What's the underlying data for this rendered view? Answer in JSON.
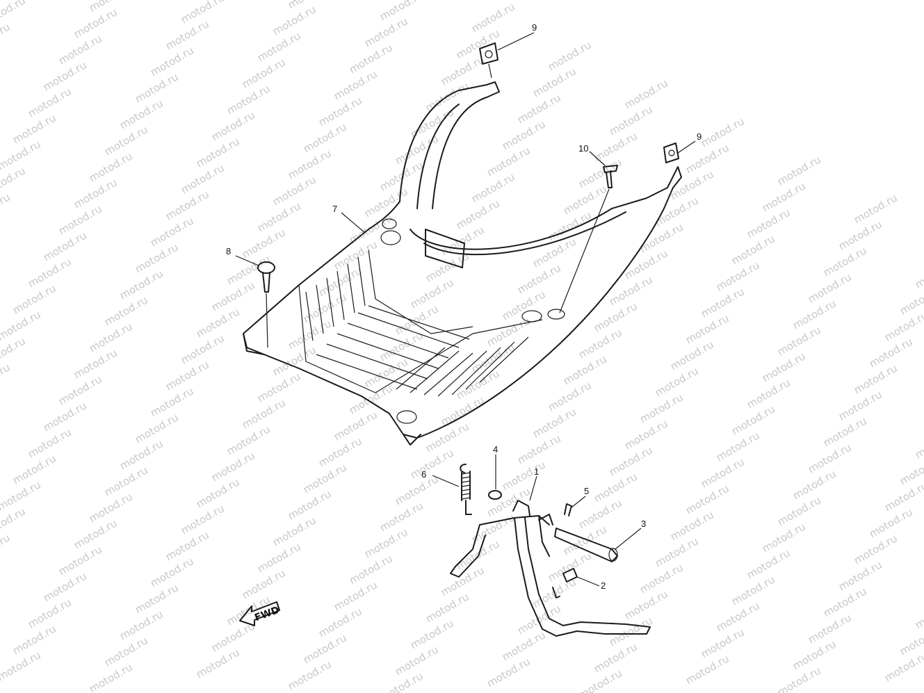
{
  "diagram": {
    "watermark_text": "motod.ru",
    "direction_arrow_label": "FWD",
    "callouts": [
      {
        "id": "c1",
        "label": "1"
      },
      {
        "id": "c2",
        "label": "2"
      },
      {
        "id": "c3",
        "label": "3"
      },
      {
        "id": "c4",
        "label": "4"
      },
      {
        "id": "c5",
        "label": "5"
      },
      {
        "id": "c6",
        "label": "6"
      },
      {
        "id": "c7",
        "label": "7"
      },
      {
        "id": "c8",
        "label": "8"
      },
      {
        "id": "c9a",
        "label": "9"
      },
      {
        "id": "c9b",
        "label": "9"
      },
      {
        "id": "c10",
        "label": "10"
      }
    ]
  }
}
